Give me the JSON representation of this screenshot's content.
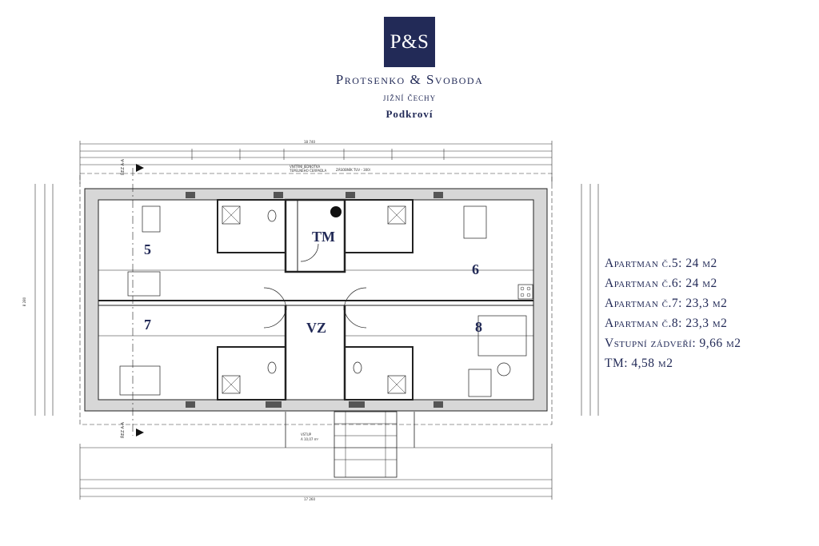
{
  "brand": {
    "logo_text": "P&S",
    "name": "Protsenko & Svoboda",
    "region": "jižní čechy",
    "floor": "Podkroví",
    "color": "#222a57"
  },
  "rooms": {
    "r5": "5",
    "r6": "6",
    "r7": "7",
    "r8": "8",
    "tm": "TM",
    "vz": "VZ"
  },
  "legend": [
    "Apartman č.5: 24 m2",
    "Apartman č.6: 24 m2",
    "Apartman č.7: 23,3 m2",
    "Apartman č.8: 23,3 m2",
    "Vstupní zádveří: 9,66 m2",
    "TM: 4,58 m2"
  ],
  "drawing": {
    "section_mark": "ŘEZ A-A",
    "overall_width": "18 740",
    "overall_width_bottom": "17 260",
    "overall_depth": "8 280",
    "tech_note": "VNITŘNÍ JEDNOTKA TEPELNÉHO ČERPADLA",
    "boiler_note": "ZÁSOBNÍK TUV - 300l",
    "entrance": "VSTUP",
    "entrance_area": "A 10,07 m²"
  }
}
